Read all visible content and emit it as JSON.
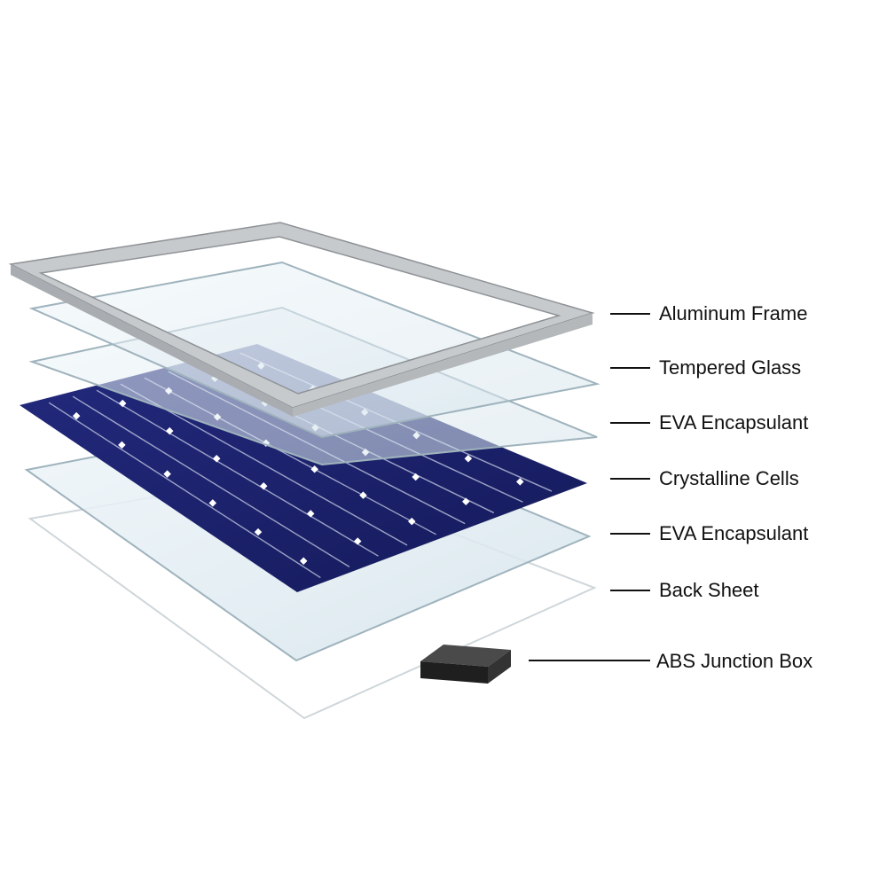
{
  "layers": [
    {
      "label": "Aluminum Frame"
    },
    {
      "label": "Tempered Glass"
    },
    {
      "label": "EVA Encapsulant"
    },
    {
      "label": "Crystalline Cells"
    },
    {
      "label": "EVA Encapsulant"
    },
    {
      "label": "Back Sheet"
    },
    {
      "label": "ABS Junction Box"
    }
  ],
  "colors": {
    "cell": "#1b1f6b",
    "glass": "#e3eef4",
    "frame": "#c4c7ca",
    "backsheet": "#ffffff",
    "junction_box": "#2a2a2a"
  }
}
